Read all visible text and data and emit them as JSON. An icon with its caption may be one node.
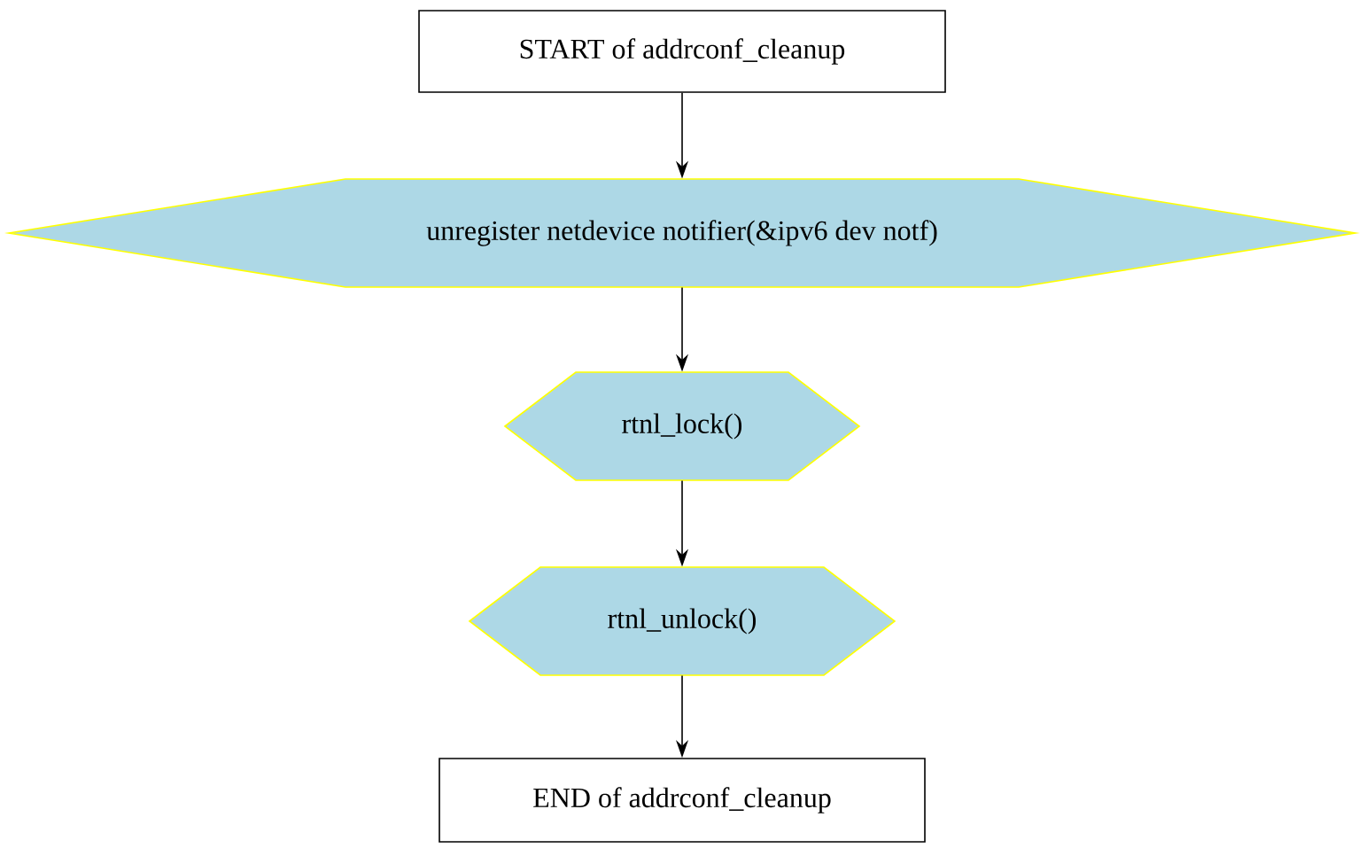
{
  "diagram": {
    "nodes": [
      {
        "text": [
          "START of addrconf_cleanup"
        ]
      },
      {
        "text": [
          "unregister netdevice notifier(&ipv6 dev notf)"
        ]
      },
      {
        "text": [
          "rtnl_lock()"
        ]
      },
      {
        "text": [
          "rtnl_unlock()"
        ]
      },
      {
        "text": [
          "END of addrconf_cleanup"
        ]
      }
    ],
    "edges": [
      {
        "from": 0,
        "to": 1,
        "arrow": "to"
      },
      {
        "from": 1,
        "to": 2,
        "arrow": "to"
      },
      {
        "from": 2,
        "to": 3,
        "arrow": "to"
      },
      {
        "from": 3,
        "to": 4,
        "arrow": "to"
      }
    ]
  }
}
